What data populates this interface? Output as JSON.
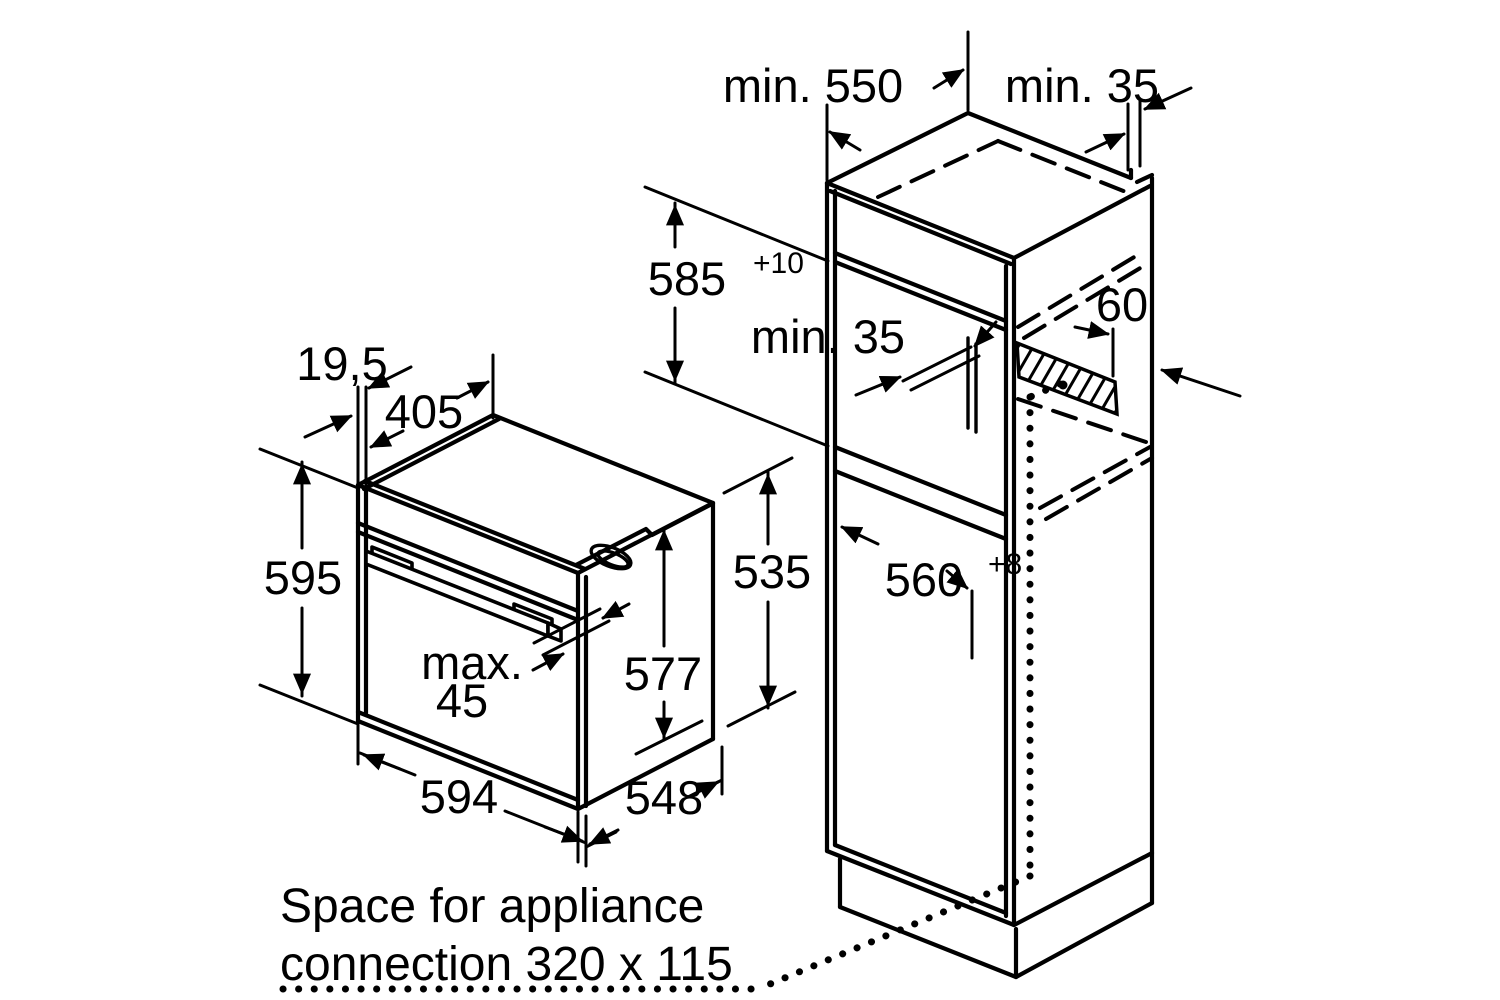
{
  "diagram": {
    "type": "appliance-installation-drawing",
    "colors": {
      "background": "#ffffff",
      "line": "#000000"
    },
    "oven": {
      "frame_overhang": "19,5",
      "top_depth": "405",
      "front_height": "595",
      "door_protrusion_label": "max.",
      "door_protrusion_value": "45",
      "inner_height": "577",
      "body_height": "535",
      "front_width": "594",
      "body_depth": "548"
    },
    "cabinet": {
      "min_depth": "min. 550",
      "top_wall_gap": "min. 35",
      "niche_height": "585",
      "niche_height_tolerance": "+10",
      "rear_gap": "min. 35",
      "vent_cutout_width": "60",
      "niche_width": "560",
      "niche_width_tolerance": "+8"
    },
    "connection_note": {
      "line1": "Space for appliance",
      "line2": "connection 320 x 115"
    }
  }
}
